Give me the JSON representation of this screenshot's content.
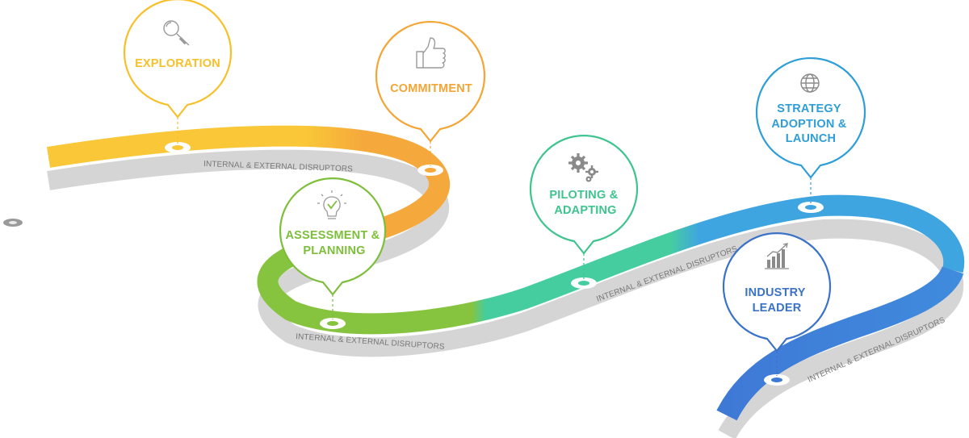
{
  "road_label": "INTERNAL & EXTERNAL DISRUPTORS",
  "stages": [
    {
      "key": "exploration",
      "lines": [
        "EXPLORATION"
      ],
      "color": "#F7C02B",
      "icon": "magnifier-icon"
    },
    {
      "key": "commitment",
      "lines": [
        "COMMITMENT"
      ],
      "color": "#F3A535",
      "icon": "thumbs-up-icon"
    },
    {
      "key": "assessment",
      "lines": [
        "ASSESSMENT &",
        "PLANNING"
      ],
      "color": "#7DBF3A",
      "icon": "lightbulb-icon"
    },
    {
      "key": "piloting",
      "lines": [
        "PILOTING &",
        "ADAPTING"
      ],
      "color": "#3EC48E",
      "icon": "gears-icon"
    },
    {
      "key": "strategy",
      "lines": [
        "STRATEGY",
        "ADOPTION &",
        "LAUNCH"
      ],
      "color": "#2E9ED8",
      "icon": "globe-icon"
    },
    {
      "key": "industry",
      "lines": [
        "INDUSTRY",
        "LEADER"
      ],
      "color": "#3A72C8",
      "icon": "growth-chart-icon"
    }
  ],
  "colors": {
    "yellow": "#F9C737",
    "orange": "#F5A93C",
    "green": "#86C440",
    "teal": "#45CDA0",
    "blue": "#3FA5E0",
    "dark_blue": "#3F79D6",
    "shadow": "#D5D5D5"
  }
}
